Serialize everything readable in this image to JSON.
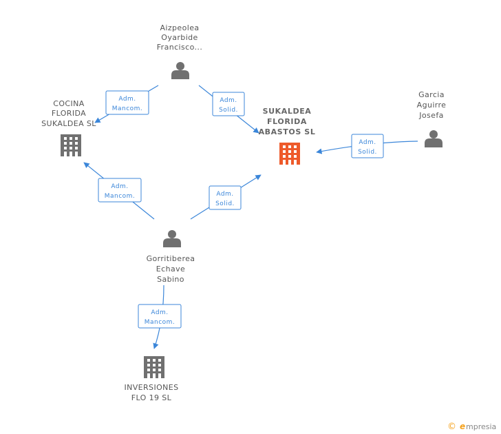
{
  "main_company": {
    "name_lines": [
      "SUKALDEA",
      "FLORIDA",
      "ABASTOS SL"
    ],
    "color": "#ee5a2a"
  },
  "nodes": {
    "aizpeolea": {
      "type": "person",
      "lines": [
        "Aizpeolea",
        "Oyarbide",
        "Francisco..."
      ]
    },
    "garcia": {
      "type": "person",
      "lines": [
        "Garcia",
        "Aguirre",
        "Josefa"
      ]
    },
    "gorritiberea": {
      "type": "person",
      "lines": [
        "Gorritiberea",
        "Echave",
        "Sabino"
      ]
    },
    "cocina": {
      "type": "company",
      "lines": [
        "COCINA",
        "FLORIDA",
        "SUKALDEA SL"
      ]
    },
    "inversiones": {
      "type": "company",
      "lines": [
        "INVERSIONES",
        "FLO 19 SL"
      ]
    }
  },
  "edges": [
    {
      "id": "aizpeolea-cocina",
      "from": "aizpeolea",
      "to": "cocina",
      "label_lines": [
        "Adm.",
        "Mancom."
      ]
    },
    {
      "id": "aizpeolea-main",
      "from": "aizpeolea",
      "to": "main",
      "label_lines": [
        "Adm.",
        "Solid."
      ]
    },
    {
      "id": "garcia-main",
      "from": "garcia",
      "to": "main",
      "label_lines": [
        "Adm.",
        "Solid."
      ]
    },
    {
      "id": "gorritiberea-cocina",
      "from": "gorritiberea",
      "to": "cocina",
      "label_lines": [
        "Adm.",
        "Mancom."
      ]
    },
    {
      "id": "gorritiberea-main",
      "from": "gorritiberea",
      "to": "main",
      "label_lines": [
        "Adm.",
        "Solid."
      ]
    },
    {
      "id": "gorritiberea-inversiones",
      "from": "gorritiberea",
      "to": "inversiones",
      "label_lines": [
        "Adm.",
        "Mancom."
      ]
    }
  ],
  "footer": {
    "copyright_symbol": "©",
    "brand_initial": "e",
    "brand_rest": "mpresia"
  },
  "colors": {
    "edge": "#3b86d9",
    "icon": "#707070",
    "accent": "#f4a11c"
  }
}
